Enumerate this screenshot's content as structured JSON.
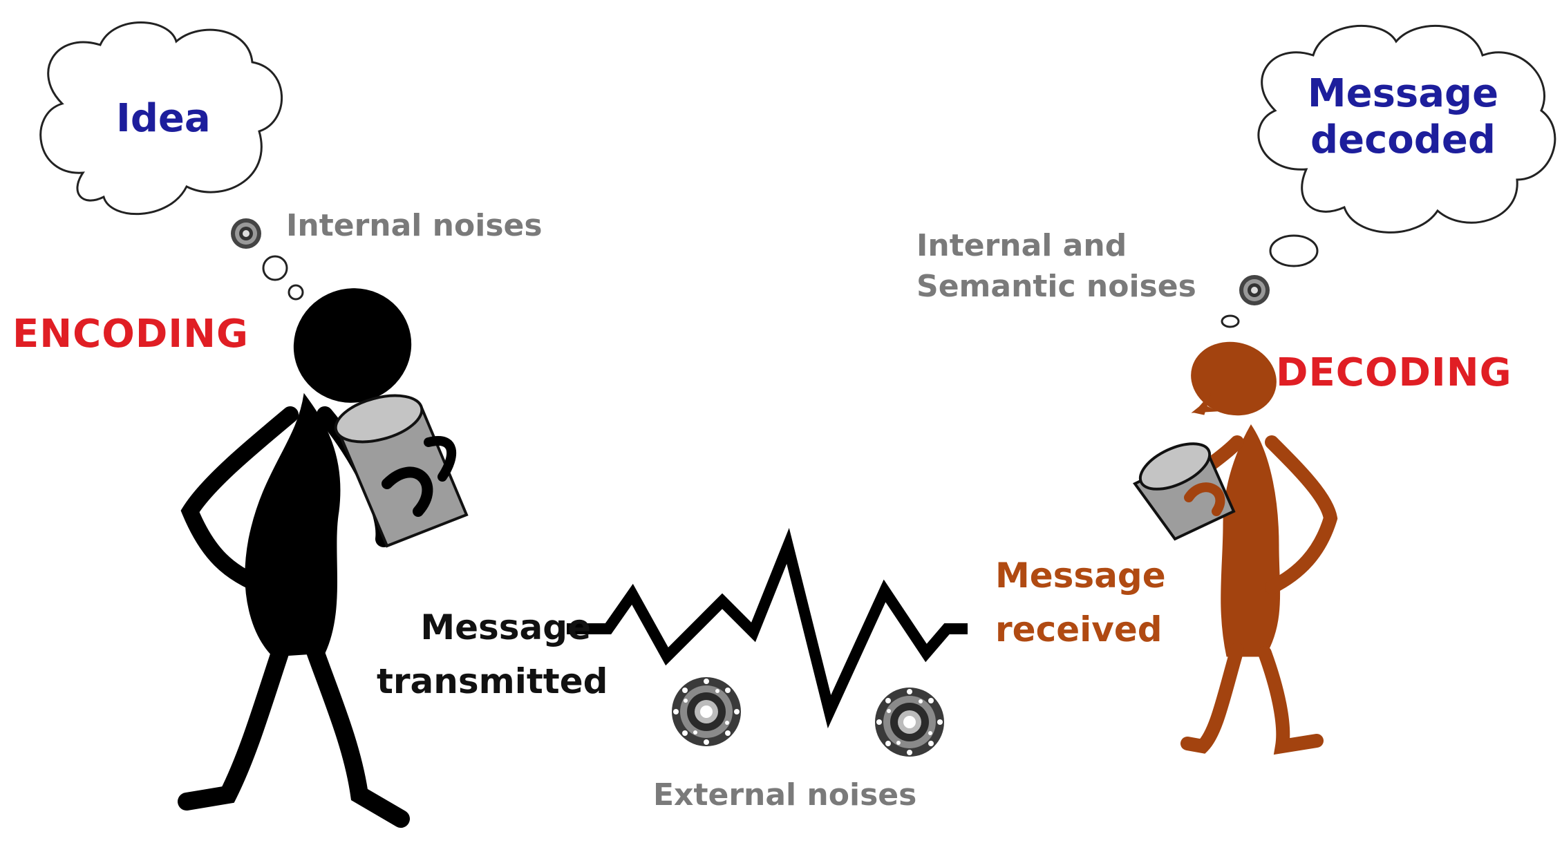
{
  "left": {
    "thought": "Idea",
    "noise": "Internal noises",
    "stage": "ENCODING",
    "message": [
      "Message",
      "transmitted"
    ]
  },
  "right": {
    "thought": [
      "Message",
      "decoded"
    ],
    "noise": [
      "Internal and",
      "Semantic noises"
    ],
    "stage": "DECODING",
    "message": [
      "Message",
      "received"
    ]
  },
  "channel": {
    "noise": "External noises"
  },
  "colors": {
    "thought_text": "#1d1e9c",
    "noise_text": "#7a7a7a",
    "stage_text": "#e01e24",
    "sender": "#000000",
    "receiver": "#a3430f",
    "can": "#a8a8a8"
  }
}
